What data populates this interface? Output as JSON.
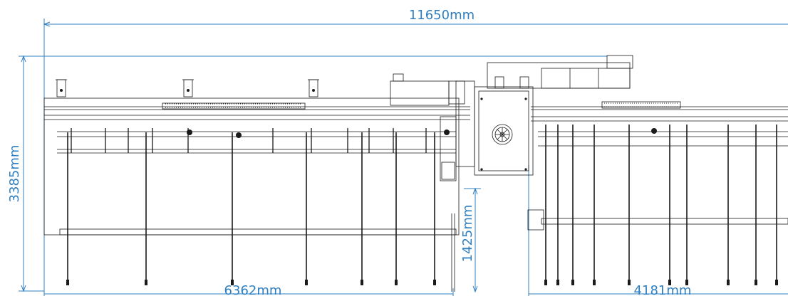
{
  "dimensions": {
    "overall_length": "11650mm",
    "overall_width": "3385mm",
    "gap_height": "1425mm",
    "left_section": "6362mm",
    "right_section": "4181mm"
  },
  "colors": {
    "dimension_line": "#2f7fc1",
    "machine_line": "#1a1a1a",
    "background": "#ffffff"
  },
  "icons": {
    "fan": "fan-icon",
    "gear_rack": "gear-rack-icon"
  }
}
